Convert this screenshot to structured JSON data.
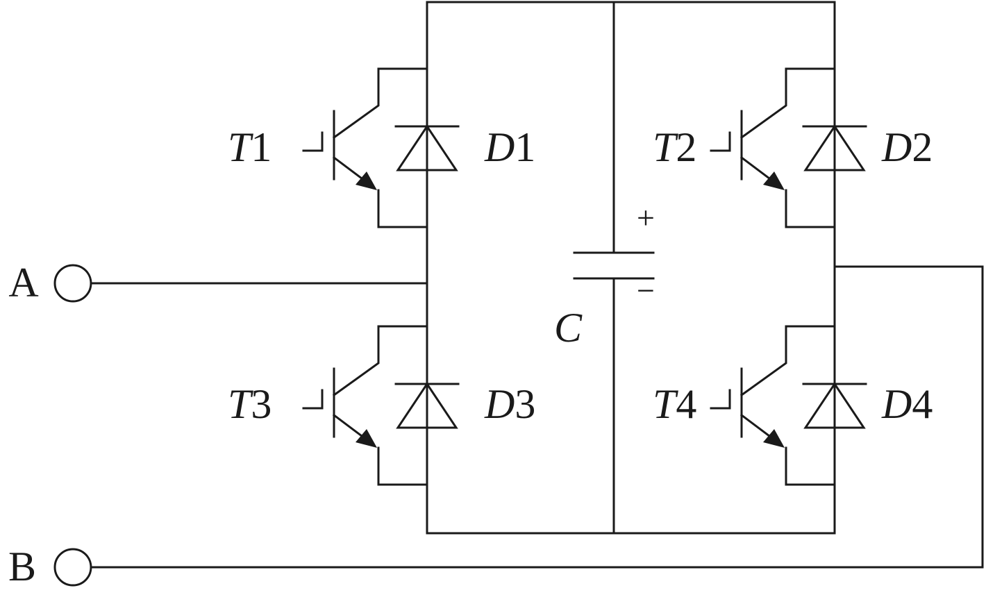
{
  "terminals": {
    "a": "A",
    "b": "B"
  },
  "transistors": [
    {
      "letter": "T",
      "num": "1"
    },
    {
      "letter": "T",
      "num": "2"
    },
    {
      "letter": "T",
      "num": "3"
    },
    {
      "letter": "T",
      "num": "4"
    }
  ],
  "diodes": [
    {
      "letter": "D",
      "num": "1"
    },
    {
      "letter": "D",
      "num": "2"
    },
    {
      "letter": "D",
      "num": "3"
    },
    {
      "letter": "D",
      "num": "4"
    }
  ],
  "capacitor": {
    "label": "C",
    "plus": "+",
    "minus": "−"
  }
}
